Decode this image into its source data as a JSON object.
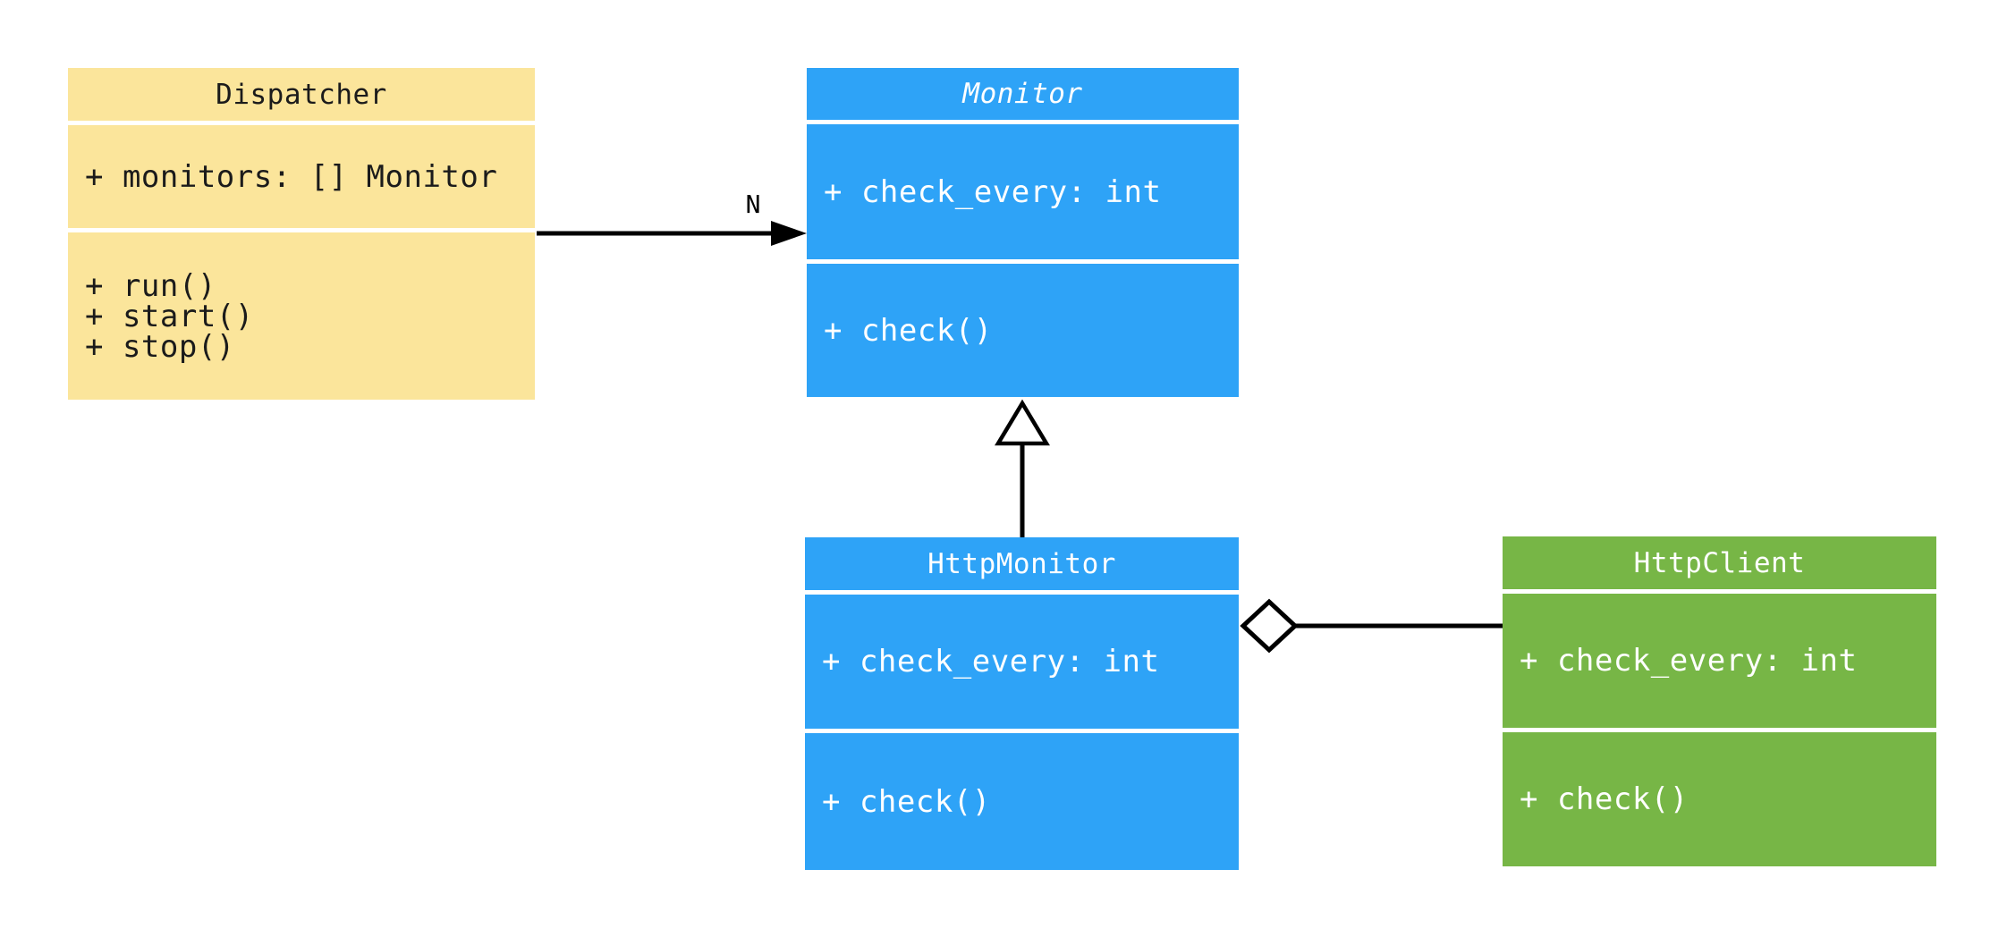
{
  "diagram": {
    "classes": [
      {
        "name": "Dispatcher",
        "fill": "#FBE59B",
        "text_color": "#1b1b1b",
        "abstract": false,
        "attributes": [
          "+ monitors: [] Monitor"
        ],
        "methods": [
          "+ run()",
          "+ start()",
          "+ stop()"
        ]
      },
      {
        "name": "Monitor",
        "fill": "#2EA3F7",
        "text_color": "#ffffff",
        "abstract": true,
        "attributes": [
          "+ check_every: int"
        ],
        "methods": [
          "+ check()"
        ]
      },
      {
        "name": "HttpMonitor",
        "fill": "#2EA3F7",
        "text_color": "#ffffff",
        "abstract": false,
        "attributes": [
          "+ check_every: int"
        ],
        "methods": [
          "+ check()"
        ]
      },
      {
        "name": "HttpClient",
        "fill": "#77B646",
        "text_color": "#ffffff",
        "abstract": false,
        "attributes": [
          "+ check_every: int"
        ],
        "methods": [
          "+ check()"
        ]
      }
    ],
    "relationships": [
      {
        "type": "association",
        "from": "Dispatcher",
        "to": "Monitor",
        "label": "N"
      },
      {
        "type": "inheritance",
        "from": "HttpMonitor",
        "to": "Monitor",
        "label": ""
      },
      {
        "type": "aggregation",
        "from": "HttpMonitor",
        "to": "HttpClient",
        "label": ""
      }
    ],
    "connector_color": "#000000"
  }
}
